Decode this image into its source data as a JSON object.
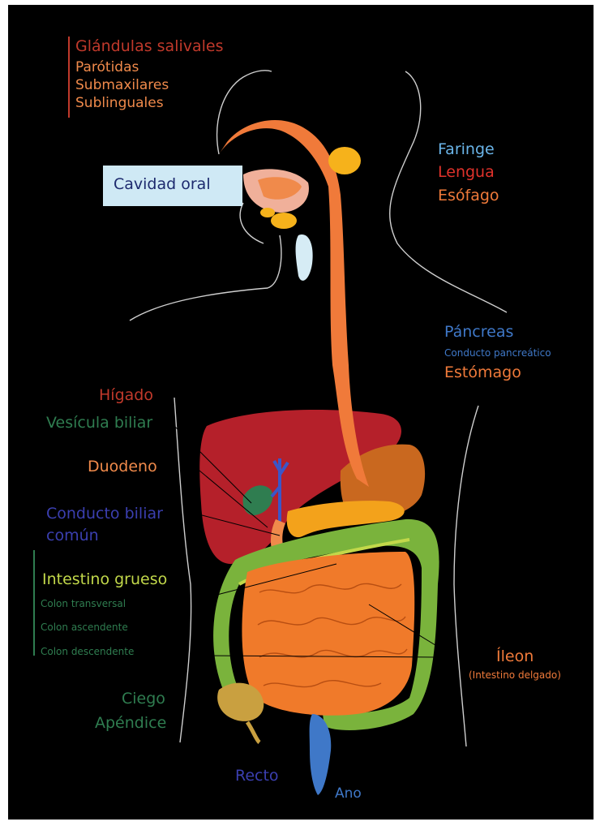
{
  "colors": {
    "background": "#000000",
    "salivary": "#c0392b",
    "salivary_sub": "#f08a4b",
    "pharynx": "#6ab4e8",
    "tongue": "#e0322b",
    "esophagus": "#f07a3a",
    "pancreas": "#3f78c8",
    "stomach": "#f07a3a",
    "liver": "#c0392b",
    "gallbladder": "#2f7d50",
    "duodenum": "#f08a4b",
    "bile_duct": "#3b3fb0",
    "large_intestine": "#c2d84a",
    "colon": "#2f7d50",
    "ileum": "#f07a3a",
    "cecum": "#2f7d50",
    "rectum": "#3b3fb0",
    "oral_cavity_text": "#1d2a6e",
    "oral_cavity_box": "#cfe9f5"
  },
  "labels": {
    "salivary_glands": "Glándulas salivales",
    "parotid": "Parótidas",
    "submaxillary": "Submaxilares",
    "sublingual": "Sublinguales",
    "oral_cavity": "Cavidad oral",
    "pharynx": "Faringe",
    "tongue": "Lengua",
    "esophagus": "Esófago",
    "pancreas": "Páncreas",
    "pancreatic_duct": "Conducto pancreático",
    "stomach": "Estómago",
    "liver": "Hígado",
    "gallbladder": "Vesícula biliar",
    "duodenum": "Duodeno",
    "bile_duct_line1": "Conducto biliar",
    "bile_duct_line2": "común",
    "large_intestine": "Intestino grueso",
    "transverse_colon": "Colon transversal",
    "ascending_colon": "Colon ascendente",
    "descending_colon": "Colon descendente",
    "ileum": "Íleon",
    "small_intestine": "(Intestino delgado)",
    "cecum": "Ciego",
    "appendix": "Apéndice",
    "rectum": "Recto",
    "anus": "Ano"
  }
}
